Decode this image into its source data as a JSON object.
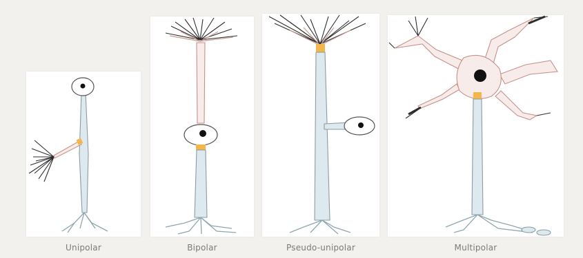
{
  "figure": {
    "labels": [
      "Unipolar",
      "Bipolar",
      "Pseudo-unipolar",
      "Multipolar"
    ]
  },
  "colors": {
    "background": "#f3f1ee",
    "panel": "#ffffff",
    "axon": "#dde9ee",
    "dendrite_pink": "#f0c9c2",
    "axon_hillock": "#f2b64a",
    "nucleus": "#111111"
  }
}
